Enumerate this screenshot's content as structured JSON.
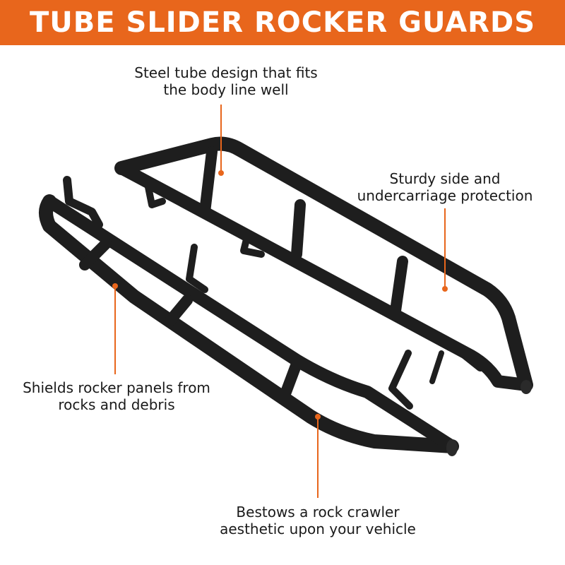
{
  "banner": {
    "title": "TUBE SLIDER ROCKER GUARDS",
    "color": "#e8661c"
  },
  "colors": {
    "accent": "#e8661c",
    "product": "#1e1e1e",
    "text": "#1a1a1a"
  },
  "callouts": {
    "top": {
      "line1": "Steel tube design that fits",
      "line2": "the body line well"
    },
    "right": {
      "line1": "Sturdy side and",
      "line2": "undercarriage protection"
    },
    "left": {
      "line1": "Shields rocker panels from",
      "line2": "rocks and debris"
    },
    "bottom": {
      "line1": "Bestows a rock crawler",
      "line2": "aesthetic upon your vehicle"
    }
  }
}
